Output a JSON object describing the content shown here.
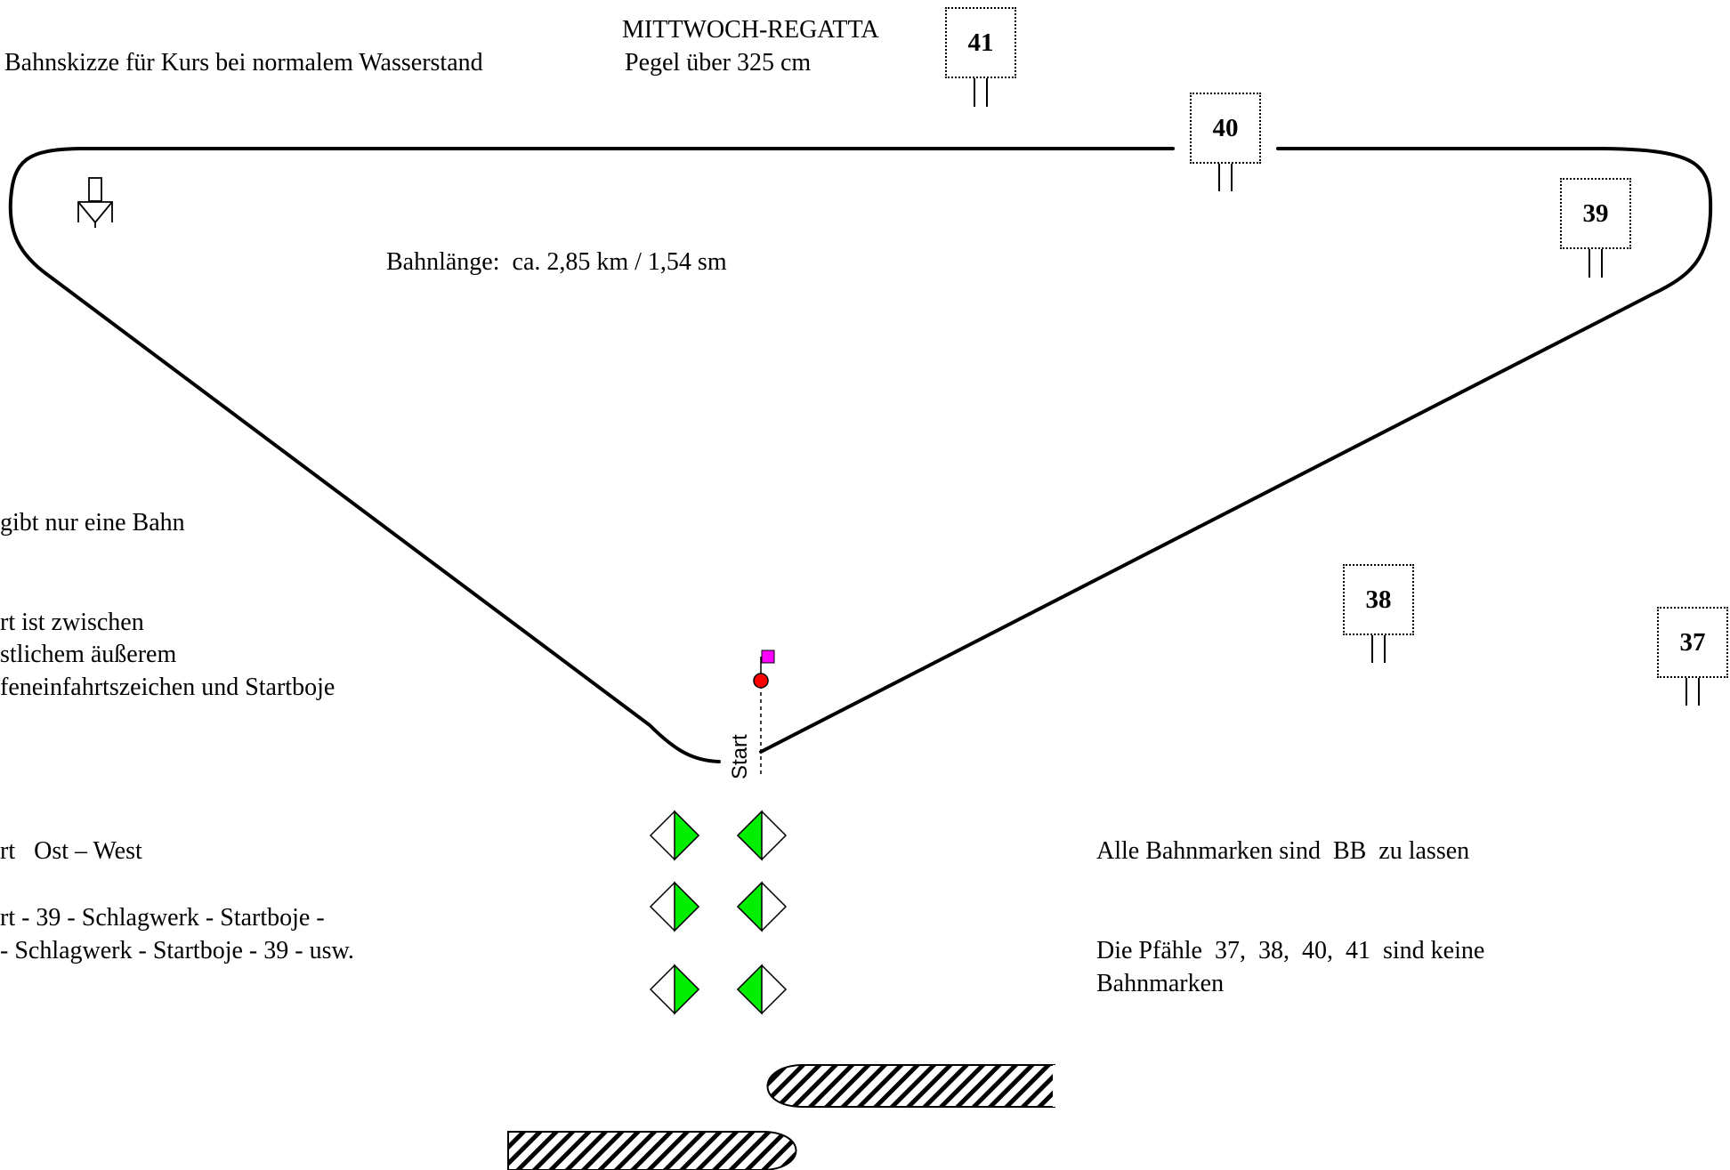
{
  "header": {
    "title": "MITTWOCH-REGATTA",
    "sketch_caption": "Bahnskizze für Kurs bei normalem Wasserstand",
    "level_caption": "Pegel über 325 cm"
  },
  "course": {
    "length_label": "Bahnlänge:  ca. 2,85 km / 1,54 sm",
    "start_label": "Start"
  },
  "piles": {
    "p41": "41",
    "p40": "40",
    "p39": "39",
    "p38": "38",
    "p37": "37"
  },
  "notes_left": {
    "one_course": "gibt nur eine Bahn",
    "start_line1": "rt ist zwischen",
    "start_line2": "stlichem äußerem",
    "start_line3": "feneinfahrtszeichen und Startboje",
    "direction": "rt   Ost – West",
    "route_line1": "rt - 39 - Schlagwerk - Startboje -",
    "route_line2": "- Schlagwerk - Startboje - 39 - usw."
  },
  "notes_right": {
    "marks_bb": "Alle Bahnmarken sind  BB  zu lassen",
    "piles_line1": "Die Pfähle  37,  38,  40,  41  sind keine",
    "piles_line2": "Bahnmarken"
  },
  "colors": {
    "buoy_green": "#00ee00",
    "flag_magenta": "#ff00ff",
    "start_buoy_red": "#ff0000",
    "line": "#000000"
  },
  "icons": {
    "bell_tower": "schlagwerk-icon",
    "markers": "harbour-entrance-diamond-icon"
  }
}
